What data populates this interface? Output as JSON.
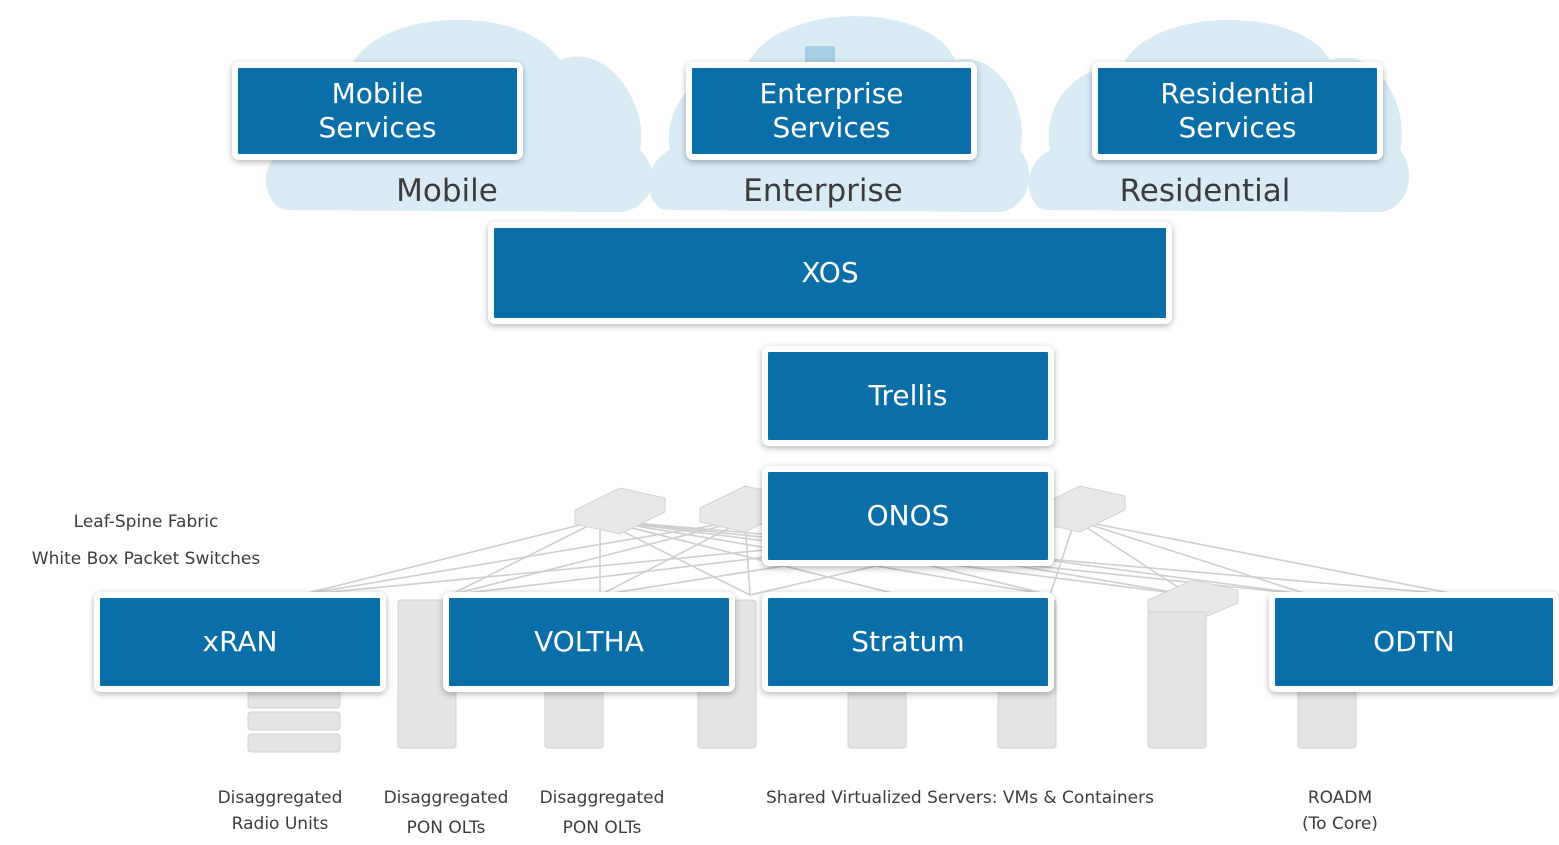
{
  "clouds": [
    {
      "id": "mobile",
      "box_lines": [
        "Mobile",
        "Services"
      ],
      "label": "Mobile"
    },
    {
      "id": "enterprise",
      "box_lines": [
        "Enterprise",
        "Services"
      ],
      "label": "Enterprise"
    },
    {
      "id": "residential",
      "box_lines": [
        "Residential",
        "Services"
      ],
      "label": "Residential"
    }
  ],
  "stack": {
    "xos": "XOS",
    "trellis": "Trellis",
    "onos": "ONOS"
  },
  "access": {
    "xran": "xRAN",
    "voltha": "VOLTHA",
    "stratum": "Stratum",
    "odtn": "ODTN"
  },
  "fabric_labels": {
    "line1": "Leaf-Spine Fabric",
    "line2": "White Box Packet Switches"
  },
  "bottom_labels": {
    "radio": [
      "Disaggregated",
      "Radio Units"
    ],
    "pon1": [
      "Disaggregated",
      "PON OLTs"
    ],
    "pon2": [
      "Disaggregated",
      "PON OLTs"
    ],
    "servers": "Shared Virtualized Servers: VMs & Containers",
    "roadm": [
      "ROADM",
      "(To Core)"
    ]
  },
  "colors": {
    "box_fill": "#0a6fa8",
    "cloud_fill": "#d9ecf6",
    "hardware_fill": "#e4e4e4"
  }
}
